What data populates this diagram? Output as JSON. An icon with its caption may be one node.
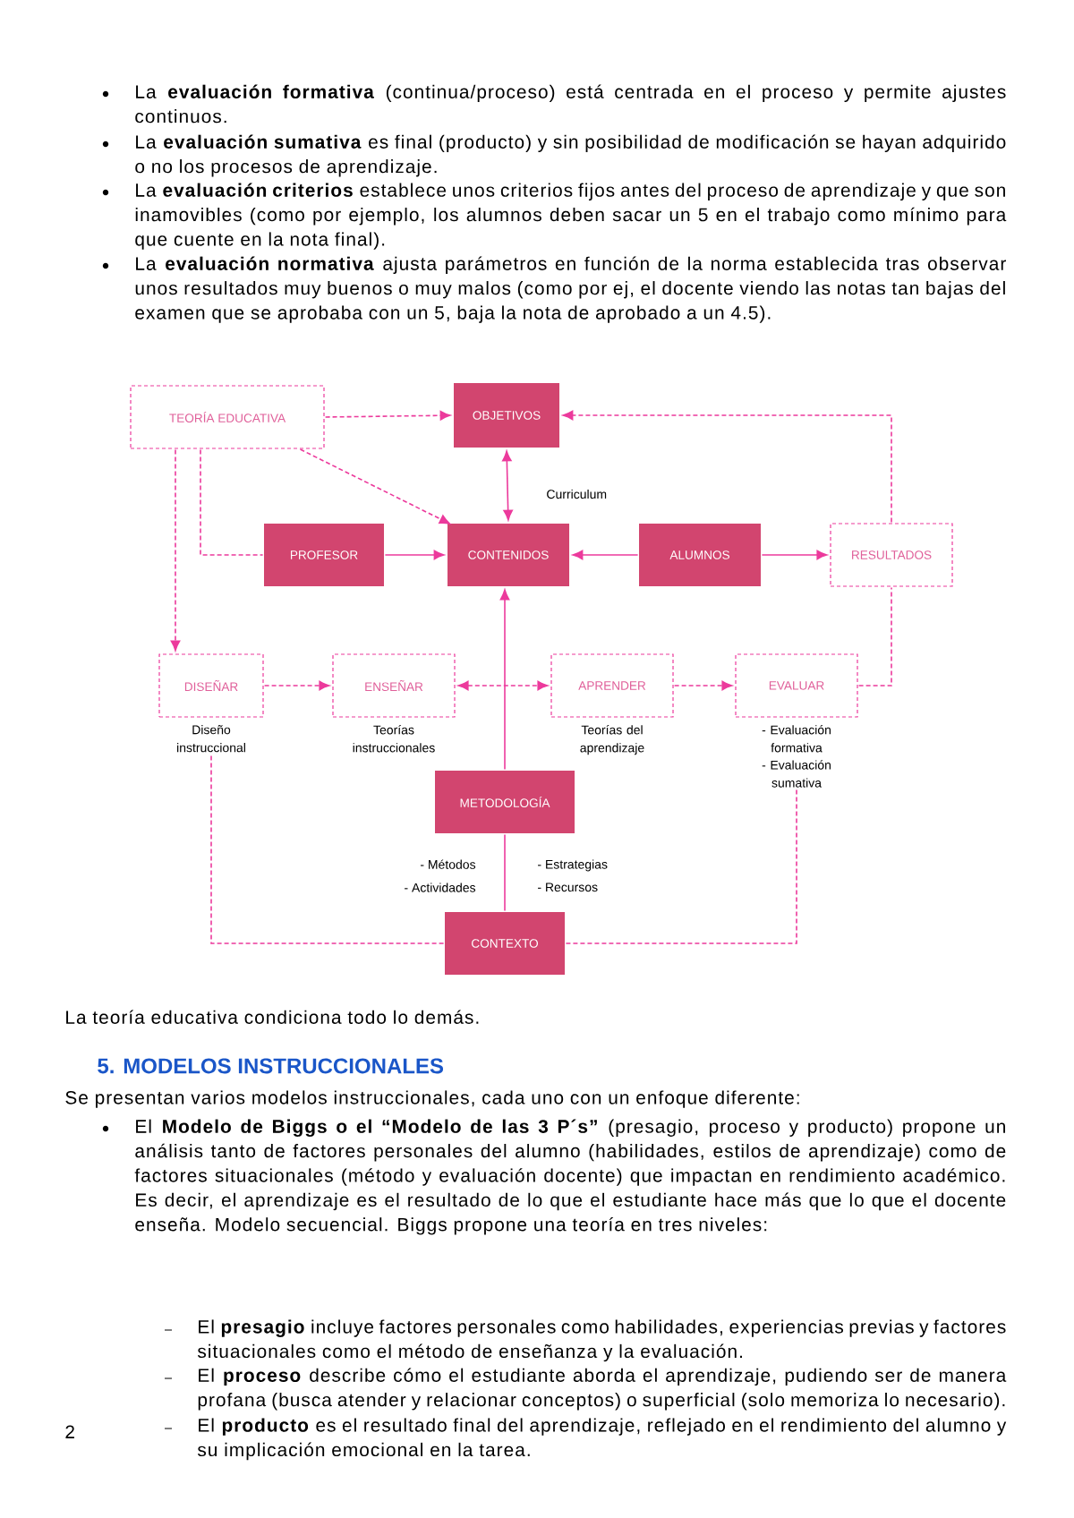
{
  "diagram": {
    "nodes": [
      {
        "text": [
          "TEORÍA EDUCATIVA"
        ]
      },
      {
        "text": [
          "OBJETIVOS"
        ]
      },
      {
        "text": [
          "PROFESOR"
        ]
      },
      {
        "text": [
          "CONTENIDOS"
        ]
      },
      {
        "text": [
          "ALUMNOS"
        ]
      },
      {
        "text": [
          "RESULTADOS"
        ]
      },
      {
        "text": [
          "DISEÑAR"
        ],
        "beside": [
          "Diseño instruccional"
        ]
      },
      {
        "text": [
          "ENSEÑAR"
        ],
        "beside": [
          "Teorías instruccionales"
        ]
      },
      {
        "text": [
          "APRENDER"
        ],
        "beside": [
          "Teorías del aprendizaje"
        ]
      },
      {
        "text": [
          "EVALUAR"
        ],
        "beside": [
          "- Evaluación formativa",
          "- Evaluación sumativa"
        ]
      },
      {
        "text": [
          "METODOLOGÍA"
        ]
      },
      {
        "text": [
          "CONTEXTO"
        ]
      }
    ],
    "edges": [
      {
        "from": 0,
        "to": 1,
        "arrow": "to",
        "style": "dashed"
      },
      {
        "from": 1,
        "to": 3,
        "arrow": "both",
        "label": "Curriculum"
      },
      {
        "from": 0,
        "to": 3,
        "arrow": "to",
        "style": "dashed"
      },
      {
        "from": 0,
        "to": 2,
        "arrow": "none",
        "style": "dashed"
      },
      {
        "from": 0,
        "to": 6,
        "arrow": "to",
        "style": "dashed"
      },
      {
        "from": 2,
        "to": 3,
        "arrow": "to"
      },
      {
        "from": 4,
        "to": 3,
        "arrow": "to"
      },
      {
        "from": 4,
        "to": 5,
        "arrow": "to"
      },
      {
        "from": 5,
        "to": 1,
        "arrow": "to",
        "style": "dashed"
      },
      {
        "from": 6,
        "to": 7,
        "arrow": "to",
        "style": "dashed"
      },
      {
        "from": 7,
        "to": 8,
        "arrow": "both",
        "style": "dashed"
      },
      {
        "from": 8,
        "to": 9,
        "arrow": "to",
        "style": "dashed"
      },
      {
        "from": 9,
        "to": 5,
        "arrow": "none",
        "style": "dashed"
      },
      {
        "from": 10,
        "to": 3,
        "arrow": "to"
      },
      {
        "from": 11,
        "to": 10,
        "arrow": "none"
      },
      {
        "from": 11,
        "to": 6,
        "arrow": "none",
        "style": "dashed"
      },
      {
        "from": 11,
        "to": 9,
        "arrow": "none",
        "style": "dashed"
      }
    ],
    "labels": [
      "La **evaluación formativa** (continua/proceso) está centrada en el proceso y permite ajustes continuos.",
      "La **evaluación sumativa** es final (producto) y sin posibilidad de modificación se hayan adquirido o no los procesos de aprendizaje.",
      "La **evaluación criterios** establece unos criterios fijos antes del proceso de aprendizaje y que son inamovibles (como por ejemplo, los alumnos deben sacar un 5 en el trabajo como mínimo para que cuente en la nota final).",
      "La **evaluación normativa** ajusta parámetros en función de la norma establecida tras observar unos resultados muy buenos o muy malos (como por ej, el docente viendo las notas tan bajas del examen que se aprobaba con un 5, baja la nota de aprobado a un 4.5).",
      "- Métodos",
      "- Actividades",
      "- Estrategias",
      "- Recursos",
      "La teoría educativa condiciona todo lo demás.",
      "5. MODELOS INSTRUCCIONALES",
      "Se presentan varios modelos instruccionales, cada uno con un enfoque diferente:",
      "El **Modelo de Biggs o el “Modelo de las 3 P´s”** (presagio, proceso y producto) propone un análisis tanto de factores personales del alumno (habilidades, estilos de aprendizaje) como de factores situacionales (método y evaluación docente) que impactan en rendimiento académico. Es decir, el aprendizaje es el resultado de lo que el estudiante hace más que lo que el docente enseña. Modelo secuencial. Biggs propone una teoría en tres niveles:",
      "El **presagio** incluye factores personales como habilidades, experiencias previas y factores situacionales como el método de enseñanza y la evaluación.",
      "El **proceso** describe cómo el estudiante aborda el aprendizaje, pudiendo ser de manera profana (busca atender y relacionar conceptos) o superficial (solo memoriza lo necesario).",
      "El **producto** es el resultado final del aprendizaje, reflejado en el rendimiento del alumno y su implicación emocional en la tarea.",
      "2"
    ]
  }
}
